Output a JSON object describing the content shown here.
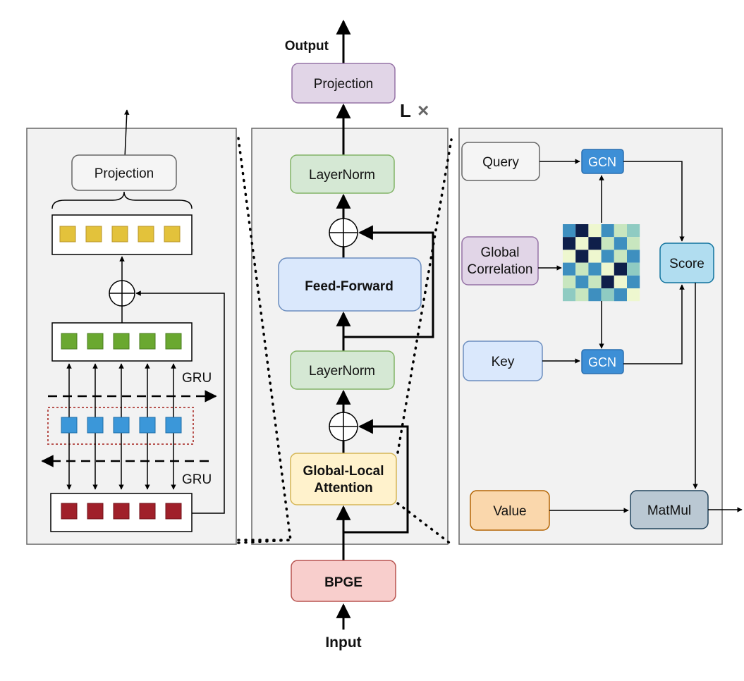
{
  "labels": {
    "output": "Output",
    "input": "Input",
    "repeat": "L",
    "times": "×",
    "gru_top": "GRU",
    "gru_bottom": "GRU"
  },
  "left_panel": {
    "projection": "Projection"
  },
  "middle_panel": {
    "projection": "Projection",
    "layernorm_top": "LayerNorm",
    "feed_forward": "Feed-Forward",
    "layernorm_bottom": "LayerNorm",
    "attention_line1": "Global-Local",
    "attention_line2": "Attention",
    "bpge": "BPGE"
  },
  "right_panel": {
    "query": "Query",
    "gcn_top": "GCN",
    "global_line1": "Global",
    "global_line2": "Correlation",
    "score": "Score",
    "key": "Key",
    "gcn_bottom": "GCN",
    "value": "Value",
    "matmul": "MatMul"
  },
  "colors": {
    "panel_bg": "#f2f2f2",
    "projection_purple": "#e1d5e7",
    "layernorm_green": "#d5e8d4",
    "feedforward_blue": "#dae8fc",
    "attention_yellow": "#fff2cc",
    "bpge_red": "#f8cecc",
    "gcn_blue": "#3d8fd6",
    "score_blue": "#b1ddf0",
    "value_orange": "#fad7ac",
    "matmul_gray": "#bac8d3",
    "yellow_token": "#e3c23b",
    "green_token": "#6aa830",
    "blue_token": "#3b97d9",
    "red_token": "#a0202a"
  },
  "heatmap": [
    [
      1,
      0,
      4,
      1,
      3,
      2
    ],
    [
      0,
      4,
      0,
      3,
      1,
      3
    ],
    [
      4,
      0,
      4,
      1,
      3,
      1
    ],
    [
      1,
      3,
      1,
      4,
      0,
      2
    ],
    [
      3,
      1,
      3,
      0,
      4,
      1
    ],
    [
      2,
      3,
      1,
      2,
      1,
      4
    ]
  ]
}
